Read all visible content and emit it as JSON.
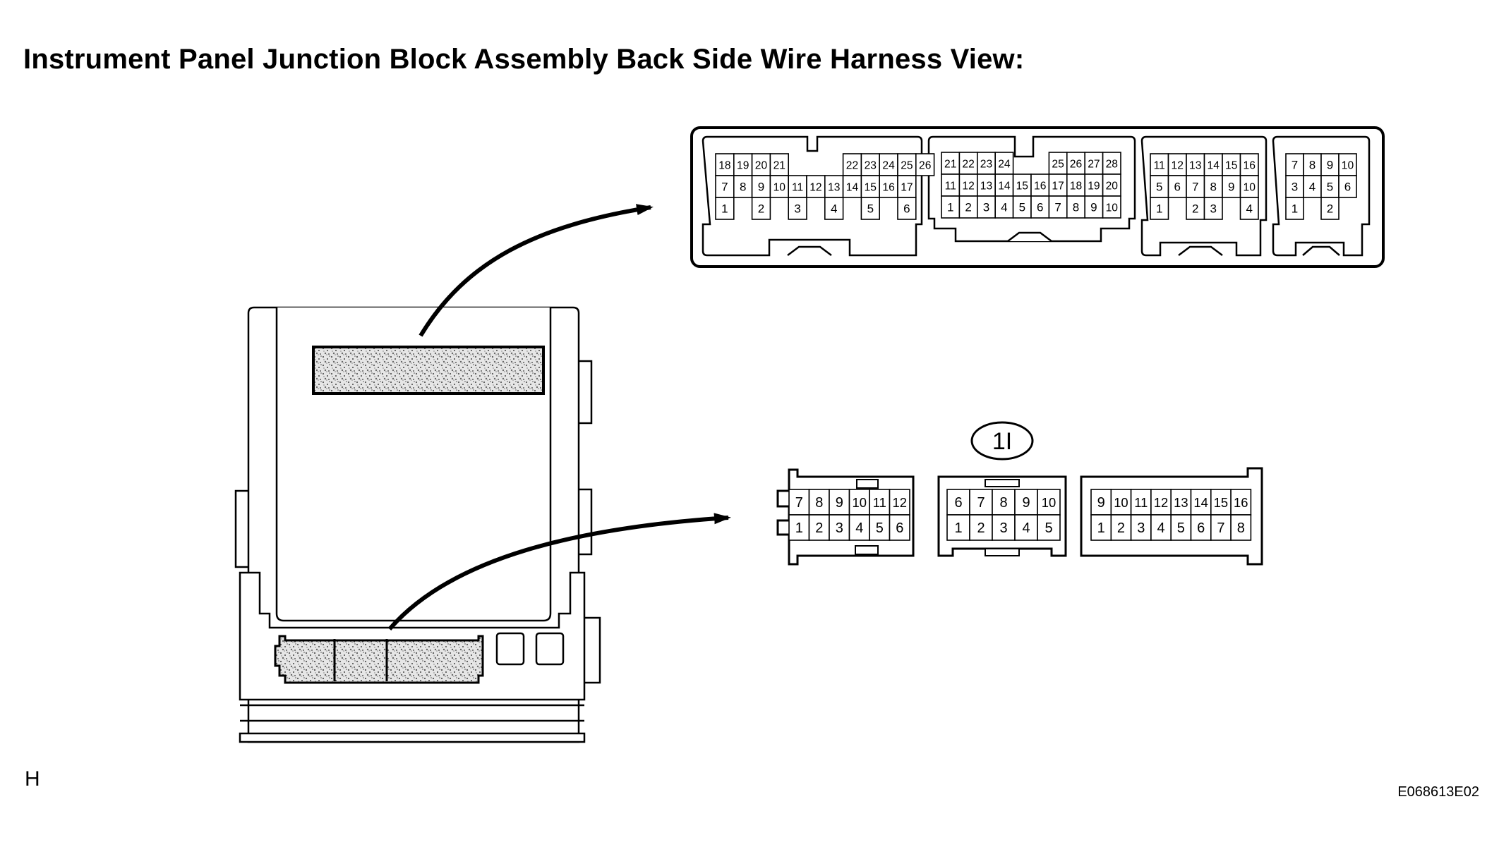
{
  "title": "Instrument Panel Junction Block Assembly Back Side Wire Harness View:",
  "connector_label": "1I",
  "corner_left": "H",
  "corner_right": "E068613E02",
  "connectors": [
    {
      "name": "connector-a1",
      "rows": [
        [
          "18",
          "19",
          "20",
          "21",
          "",
          "",
          "",
          "22",
          "23",
          "24",
          "25",
          "26"
        ],
        [
          "7",
          "8",
          "9",
          "10",
          "11",
          "12",
          "13",
          "14",
          "15",
          "16",
          "17"
        ],
        [
          "1",
          "",
          "2",
          "",
          "3",
          "",
          "4",
          "",
          "5",
          "",
          "6"
        ]
      ]
    },
    {
      "name": "connector-a2",
      "rows": [
        [
          "21",
          "22",
          "23",
          "24",
          "",
          "",
          "25",
          "26",
          "27",
          "28"
        ],
        [
          "11",
          "12",
          "13",
          "14",
          "15",
          "16",
          "17",
          "18",
          "19",
          "20"
        ],
        [
          "1",
          "2",
          "3",
          "4",
          "5",
          "6",
          "7",
          "8",
          "9",
          "10"
        ]
      ]
    },
    {
      "name": "connector-a3",
      "rows": [
        [
          "11",
          "12",
          "13",
          "14",
          "15",
          "16"
        ],
        [
          "5",
          "6",
          "7",
          "8",
          "9",
          "10"
        ],
        [
          "1",
          "",
          "2",
          "3",
          "",
          "4"
        ]
      ]
    },
    {
      "name": "connector-a4",
      "rows": [
        [
          "7",
          "8",
          "9",
          "10"
        ],
        [
          "3",
          "4",
          "5",
          "6"
        ],
        [
          "1",
          "",
          "2",
          ""
        ]
      ]
    },
    {
      "name": "connector-b1",
      "rows": [
        [
          "7",
          "8",
          "9",
          "10",
          "11",
          "12"
        ],
        [
          "1",
          "2",
          "3",
          "4",
          "5",
          "6"
        ]
      ]
    },
    {
      "name": "connector-b2",
      "rows": [
        [
          "6",
          "7",
          "8",
          "9",
          "10"
        ],
        [
          "1",
          "2",
          "3",
          "4",
          "5"
        ]
      ]
    },
    {
      "name": "connector-b3",
      "rows": [
        [
          "9",
          "10",
          "11",
          "12",
          "13",
          "14",
          "15",
          "16"
        ],
        [
          "1",
          "2",
          "3",
          "4",
          "5",
          "6",
          "7",
          "8"
        ]
      ]
    }
  ]
}
